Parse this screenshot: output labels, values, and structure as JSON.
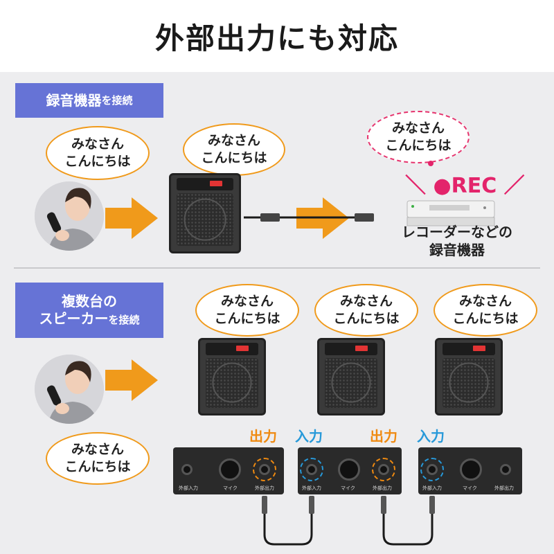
{
  "title": "外部出力にも対応",
  "section1": {
    "label_main": "録音機器",
    "label_suffix": "を接続",
    "bubble_person": "みなさん\nこんにちは",
    "bubble_speaker": "みなさん\nこんにちは",
    "bubble_recorder": "みなさん\nこんにちは",
    "rec_label": "＼ ●REC ／",
    "recorder_caption": "レコーダーなどの\n録音機器"
  },
  "section2": {
    "label_line1": "複数台の",
    "label_line2": "スピーカー",
    "label_suffix": "を接続",
    "bubble_speaker1": "みなさん\nこんにちは",
    "bubble_speaker2": "みなさん\nこんにちは",
    "bubble_speaker3": "みなさん\nこんにちは",
    "bubble_person": "みなさん\nこんにちは",
    "ports": [
      {
        "label": "出力",
        "type": "out"
      },
      {
        "label": "入力",
        "type": "in"
      },
      {
        "label": "出力",
        "type": "out"
      },
      {
        "label": "入力",
        "type": "in"
      }
    ],
    "panel_labels": {
      "ext_in": "外部入力",
      "mic": "マイク",
      "ext_out": "外部出力"
    }
  },
  "colors": {
    "accent_orange": "#f09a1b",
    "label_blue": "#6673d6",
    "rec_pink": "#e3246b",
    "input_blue": "#2799d9"
  }
}
